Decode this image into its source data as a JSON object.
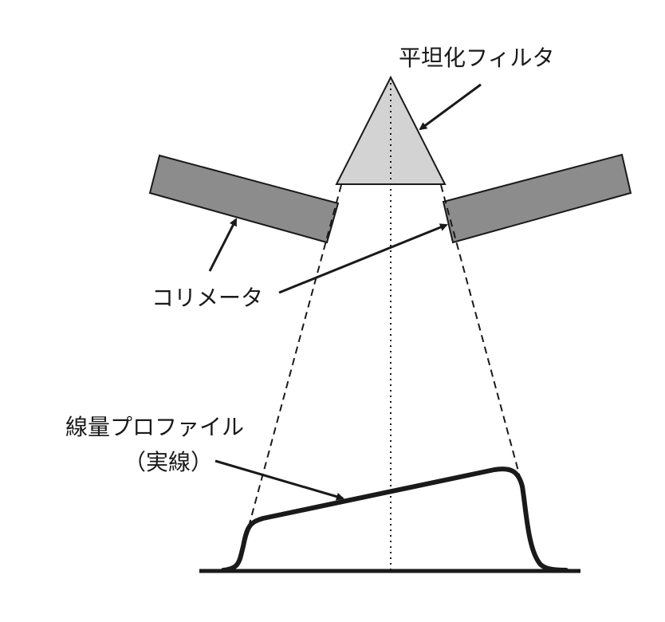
{
  "labels": {
    "filter": "平坦化フィルタ",
    "collimator": "コリメータ",
    "profile_line1": "線量プロファイル",
    "profile_line2": "（実線）"
  },
  "colors": {
    "filter_fill": "#d3d3d3",
    "collimator_fill": "#8c8c8c",
    "stroke": "#1a1a1a",
    "background": "#ffffff"
  }
}
